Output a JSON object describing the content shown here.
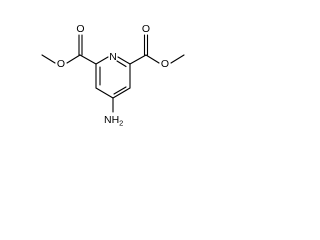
{
  "molecule": {
    "atoms": {
      "ring_nitrogen": "N",
      "left_carbonyl_oxygen": "O",
      "left_ester_oxygen": "O",
      "right_carbonyl_oxygen": "O",
      "right_ester_oxygen": "O",
      "amino_nitrogen": "NH",
      "amino_subscript": "2"
    }
  }
}
